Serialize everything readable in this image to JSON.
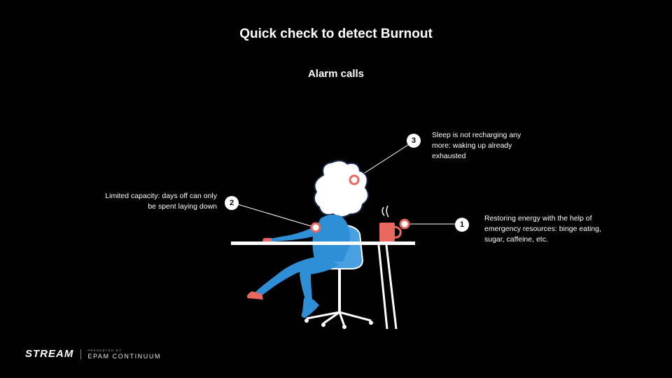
{
  "slide": {
    "title": "Quick check to detect Burnout",
    "subtitle": "Alarm calls"
  },
  "callouts": [
    {
      "number": "1",
      "text": "Restoring energy with the help of emergency resources: binge eating, sugar, caffeine, etc."
    },
    {
      "number": "2",
      "text": "Limited capacity: days off can only be spent laying down"
    },
    {
      "number": "3",
      "text": "Sleep is not recharging any more: waking up already exhausted"
    }
  ],
  "footer": {
    "logo": "STREAM",
    "presented_by": "PRESENTED BY",
    "brand": "EPAM CONTINUUM"
  },
  "colors": {
    "background": "#000000",
    "accent_blue": "#2f8fd6",
    "accent_coral": "#e8675e",
    "text": "#ffffff"
  }
}
